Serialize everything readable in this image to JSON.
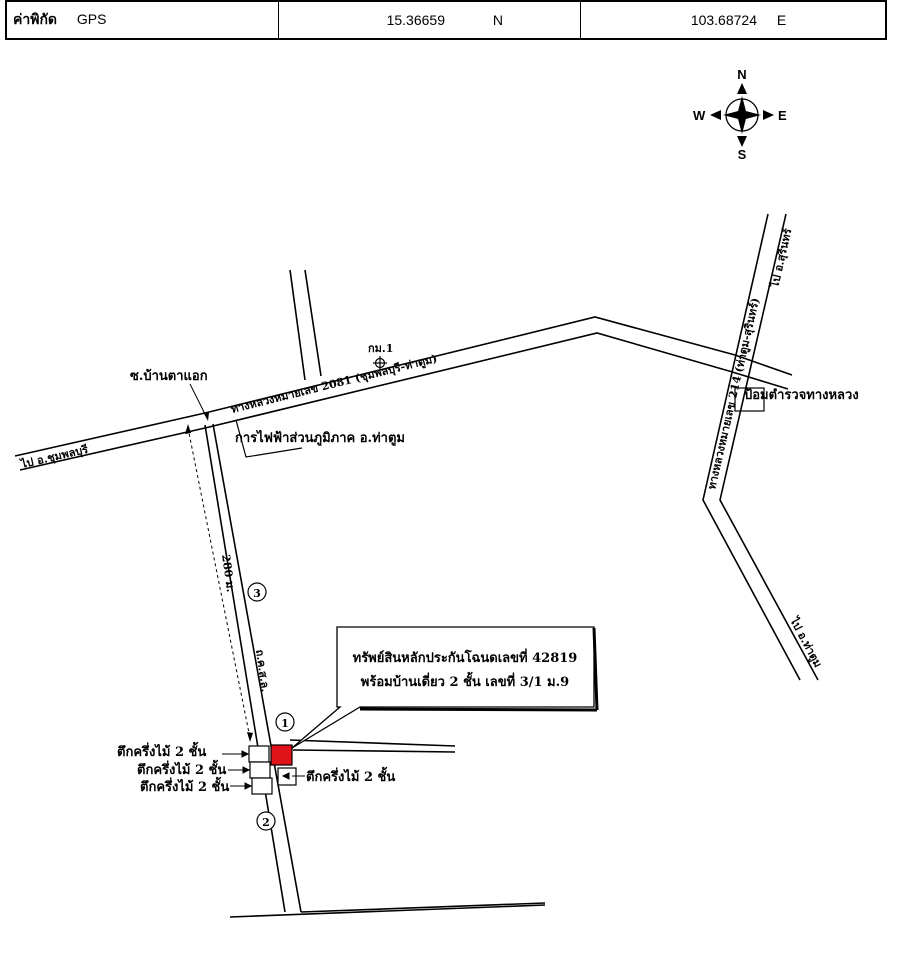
{
  "gps": {
    "label_th": "ค่าพิกัด",
    "label_en": "GPS",
    "latitude": "15.36659",
    "lat_dir": "N",
    "longitude": "103.68724",
    "lon_dir": "E"
  },
  "compass": {
    "north": "N",
    "south": "S",
    "east": "E",
    "west": "W"
  },
  "map": {
    "soi_name": "ซ.บ้านตาแอก",
    "highway_2081": "ทางหลวงหมายเลข 2081 (ชุมพลบุรี-ท่าตูม)",
    "to_chumphon": "ไป อ.ชุมพลบุรี",
    "km_marker": "กม.1",
    "pea_office": "การไฟฟ้าส่วนภูมิภาค อ.ท่าตูม",
    "highway_214": "ทางหลวงหมายเลข 214 (ท่าตูม-สุรินทร์)",
    "to_surin": "ไป อ.สุรินทร์",
    "to_tha_tum": "ไป อ.ท่าตูม",
    "police_box": "ป้อมตำรวจทางหลวง",
    "distance": "280 ม.",
    "lane_width": "ถ.ค.ส.ล.",
    "building_1": "ตึกครึ่งไม้ 2 ชั้น",
    "building_2": "ตึกครึ่งไม้ 2 ชั้น",
    "building_3": "ตึกครึ่งไม้ 2 ชั้น",
    "building_right": "ตึกครึ่งไม้ 2 ชั้น",
    "marker_1": "1",
    "marker_2": "2",
    "marker_3": "3",
    "callout_line1": "ทรัพย์สินหลักประกันโฉนดเลขที่ 42819",
    "callout_line2": "พร้อมบ้านเดี่ยว 2 ชั้น เลขที่ 3/1 ม.9",
    "property_color": "#e0121a"
  }
}
